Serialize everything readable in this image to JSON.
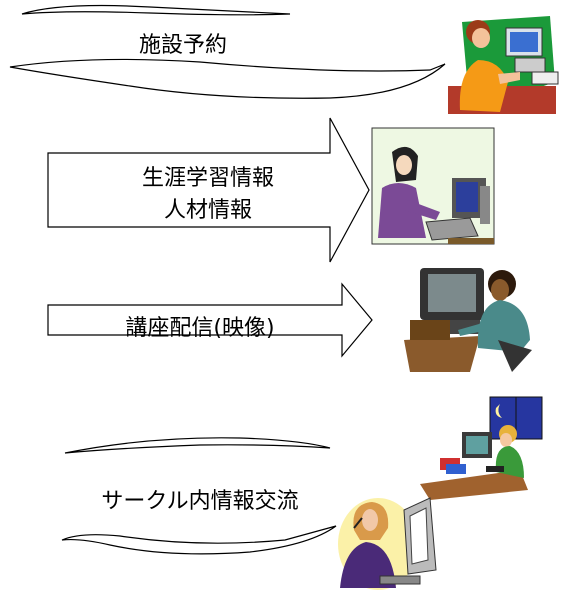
{
  "flows": {
    "facility_reservation": {
      "label": "施設予約"
    },
    "lifelong_learning": {
      "line1": "生涯学習情報",
      "line2": "人材情報"
    },
    "lecture_streaming": {
      "label": "講座配信(映像)"
    },
    "circle_exchange": {
      "label": "サークル内情報交流"
    }
  },
  "clipart": [
    {
      "name": "woman-phone-computer-clipart"
    },
    {
      "name": "woman-typing-computer-clipart"
    },
    {
      "name": "woman-at-desk-computer-clipart"
    },
    {
      "name": "child-at-computer-night-clipart"
    },
    {
      "name": "woman-monitor-clipart"
    }
  ]
}
